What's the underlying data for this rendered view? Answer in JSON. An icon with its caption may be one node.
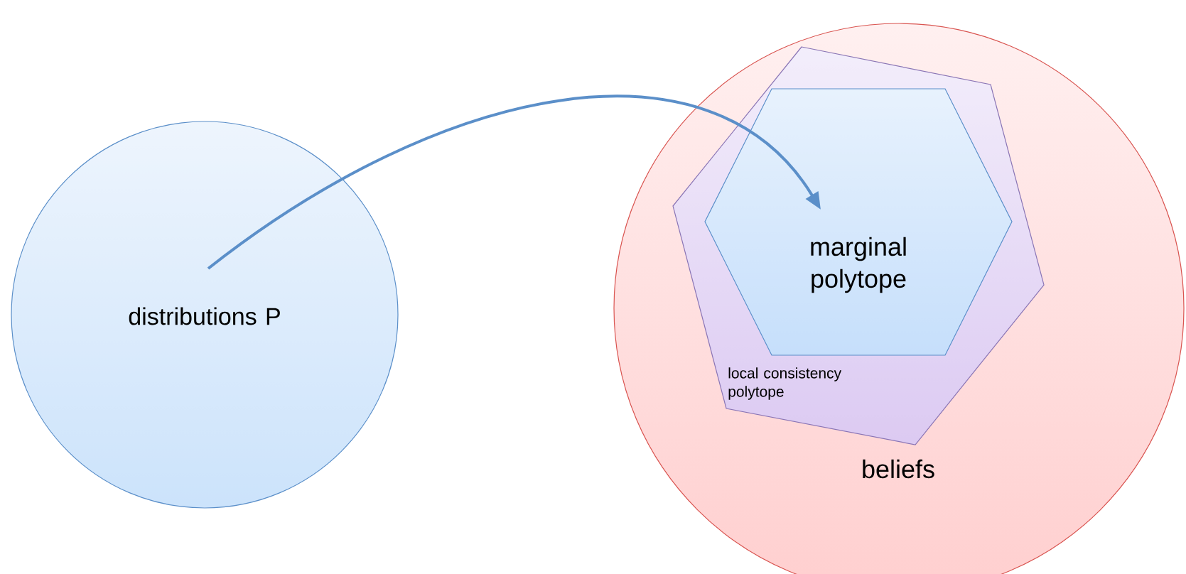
{
  "diagram": {
    "nodes": [
      {
        "text": [
          "distributions P"
        ]
      },
      {
        "text": [
          "beliefs"
        ]
      },
      {
        "text": [
          "local consistency polytope"
        ],
        "in": 1
      },
      {
        "text": [
          "marginal polytope"
        ],
        "in": 2
      }
    ],
    "edges": [
      {
        "from": 0,
        "to": 3,
        "arrow": "to"
      }
    ]
  }
}
